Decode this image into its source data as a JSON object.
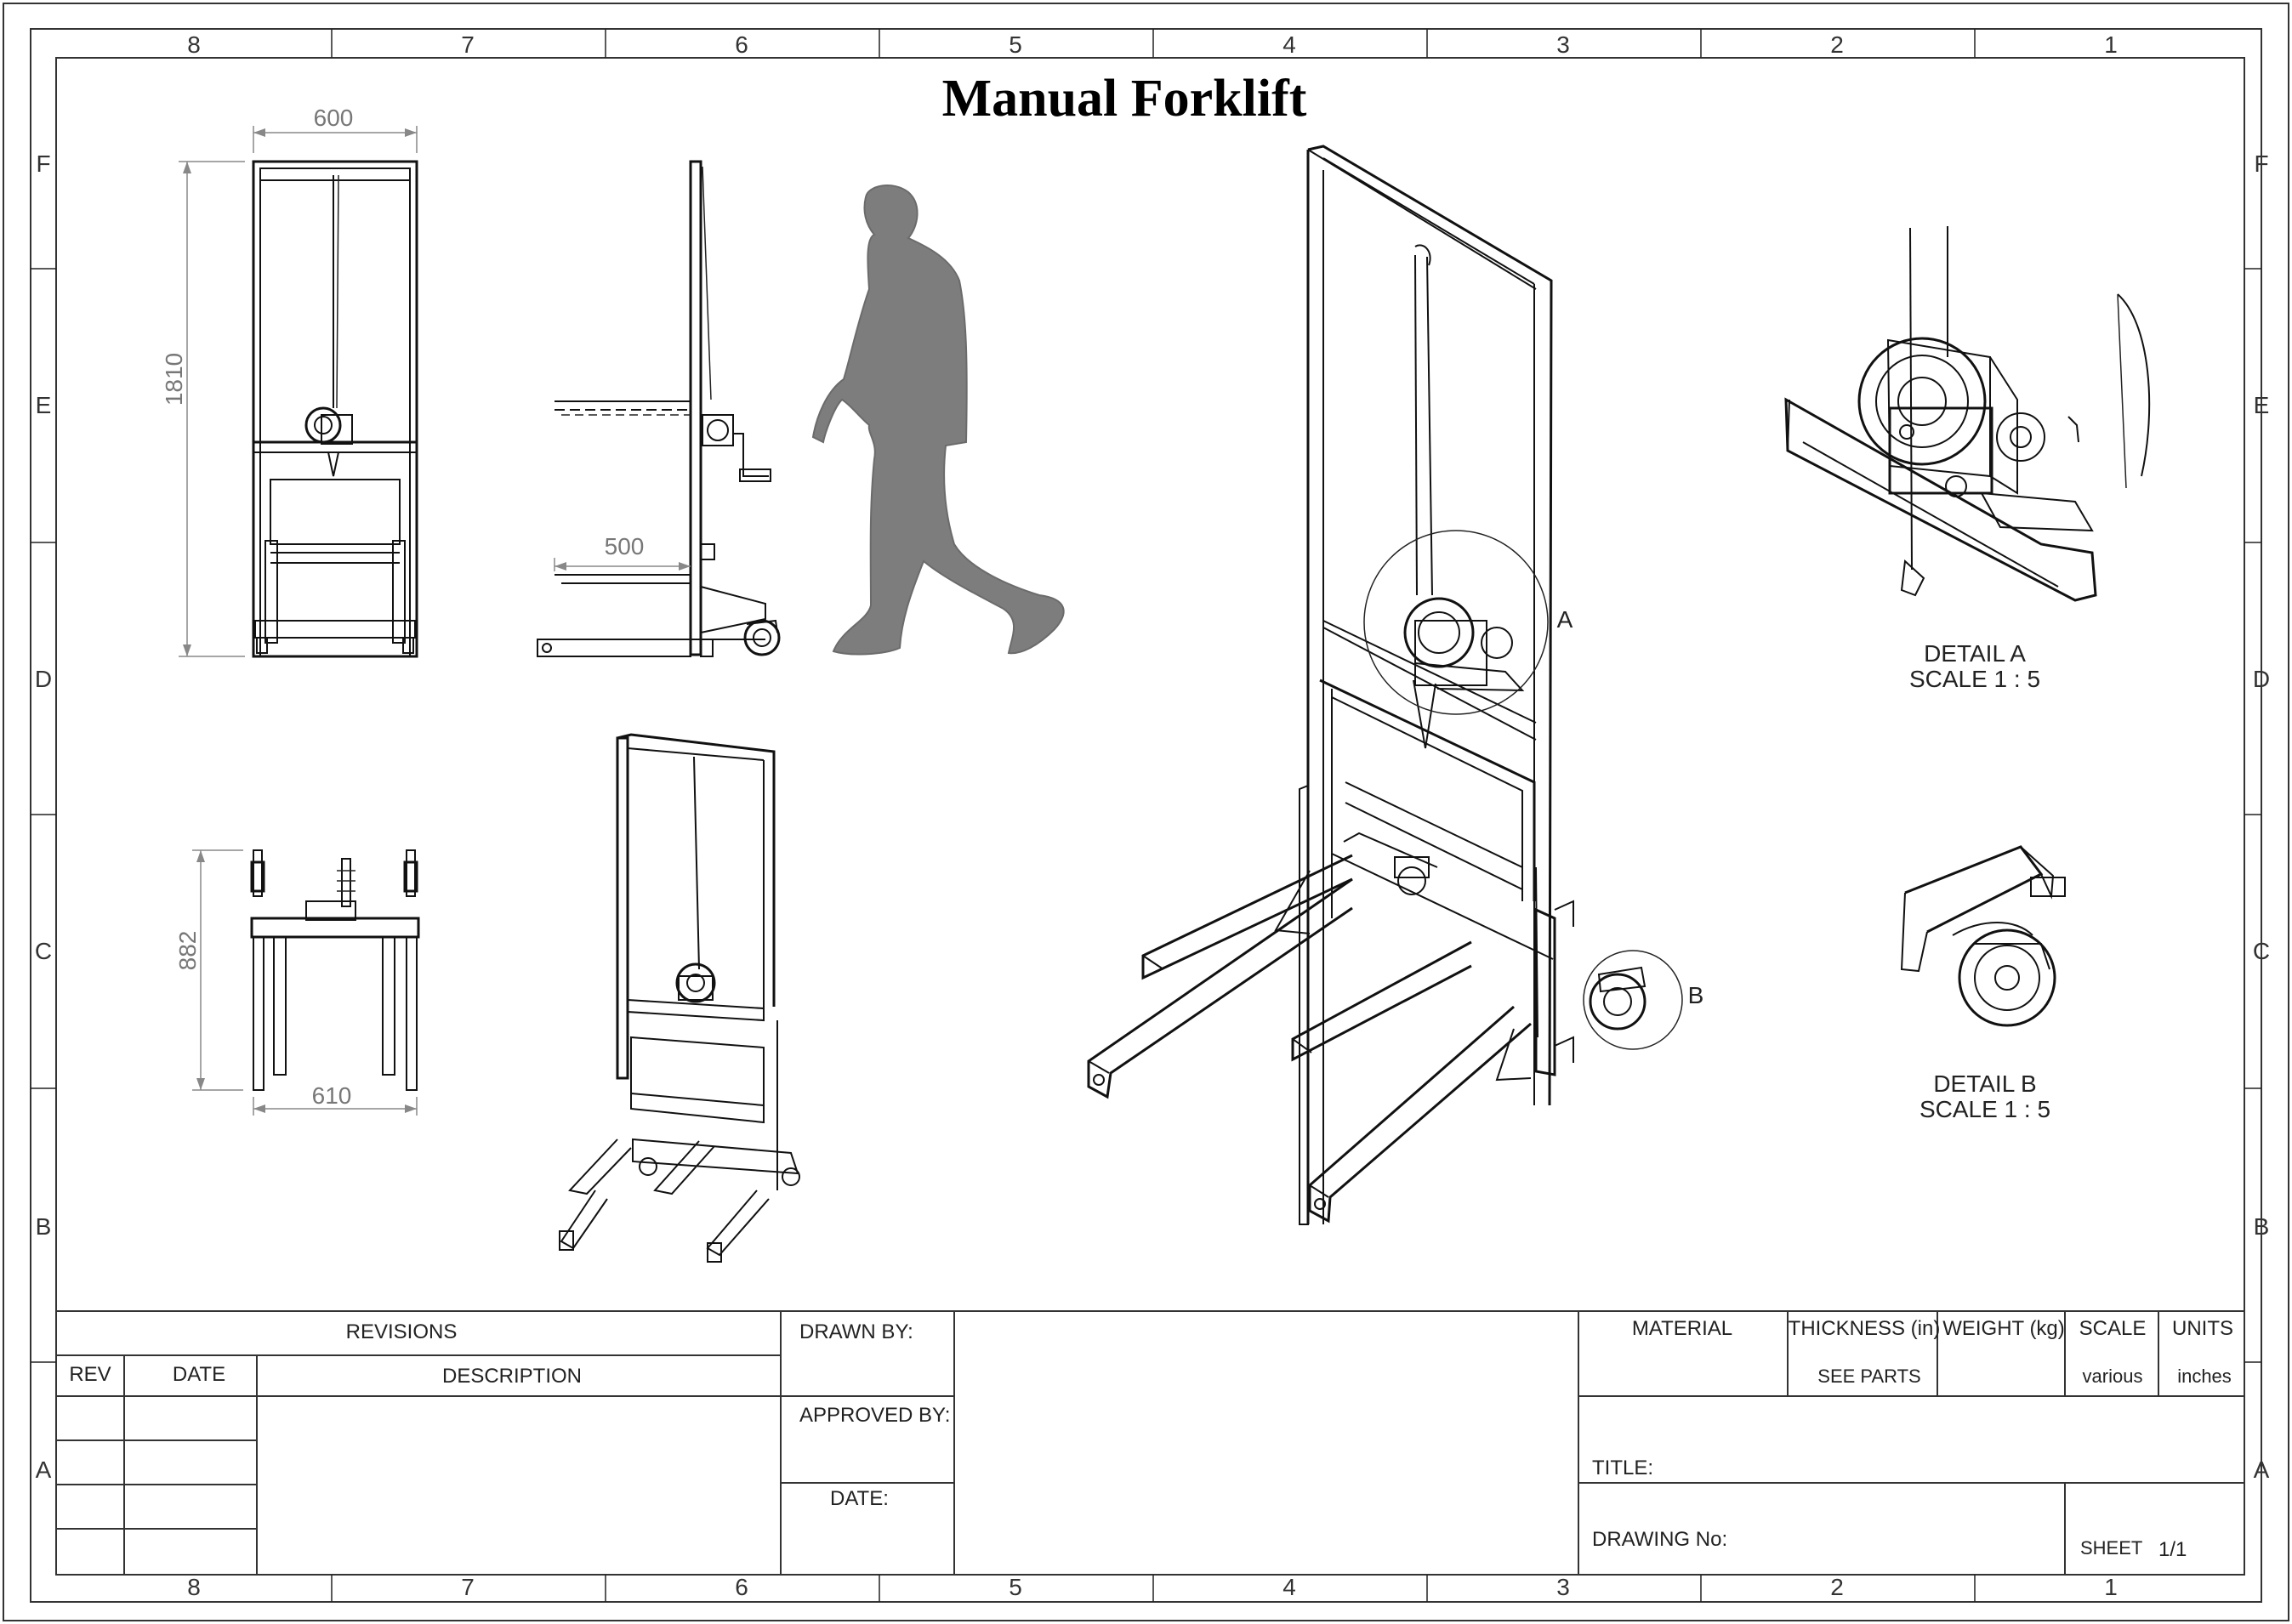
{
  "drawing_title": "Manual Forklift",
  "zones": {
    "columns": [
      "8",
      "7",
      "6",
      "5",
      "4",
      "3",
      "2",
      "1"
    ],
    "rows": [
      "F",
      "E",
      "D",
      "C",
      "B",
      "A"
    ]
  },
  "dimensions": {
    "front_width": "600",
    "front_height": "1810",
    "side_fork_length": "500",
    "top_depth": "882",
    "top_width": "610"
  },
  "callouts": {
    "a": "A",
    "b": "B"
  },
  "details": {
    "a_label": "DETAIL A",
    "a_scale": "SCALE 1 : 5",
    "b_label": "DETAIL B",
    "b_scale": "SCALE 1 : 5"
  },
  "title_block": {
    "revisions": "REVISIONS",
    "rev": "REV",
    "date": "DATE",
    "description": "DESCRIPTION",
    "drawn_by": "DRAWN BY:",
    "approved_by": "APPROVED BY:",
    "date_label": "DATE:",
    "material": "MATERIAL",
    "thickness": "THICKNESS (in)",
    "weight": "WEIGHT (kg)",
    "scale": "SCALE",
    "units": "UNITS",
    "thickness_value": "SEE PARTS",
    "scale_value": "various",
    "units_value": "inches",
    "title_label": "TITLE:",
    "drawing_no": "DRAWING No:",
    "sheet": "SHEET",
    "sheet_value": "1/1"
  }
}
